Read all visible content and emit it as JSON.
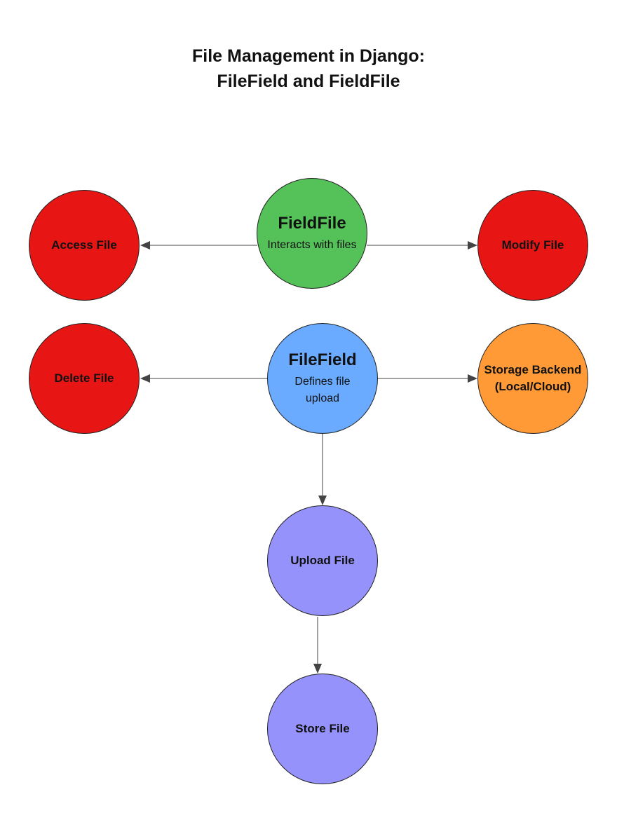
{
  "title": {
    "line1": "File Management in Django:",
    "line2": "FileField and FieldFile"
  },
  "colors": {
    "fieldfile": "#55c159",
    "filefield": "#6aabff",
    "action_red": "#e81515",
    "storage": "#ff9a36",
    "upload_store": "#9592fb",
    "edge": "#444444"
  },
  "nodes": {
    "fieldfile": {
      "heading": "FieldFile",
      "sub": "Interacts with files"
    },
    "filefield": {
      "heading": "FileField",
      "sub": "Defines file upload"
    },
    "access": {
      "label": "Access File"
    },
    "modify": {
      "label": "Modify File"
    },
    "delete": {
      "label": "Delete File"
    },
    "storage": {
      "label": "Storage Backend (Local/Cloud)"
    },
    "upload": {
      "label": "Upload File"
    },
    "store": {
      "label": "Store File"
    }
  },
  "edges": [
    {
      "from": "FieldFile",
      "to": "Access File"
    },
    {
      "from": "FieldFile",
      "to": "Modify File"
    },
    {
      "from": "FileField",
      "to": "Delete File"
    },
    {
      "from": "FileField",
      "to": "Storage Backend (Local/Cloud)"
    },
    {
      "from": "FileField",
      "to": "Upload File"
    },
    {
      "from": "Upload File",
      "to": "Store File"
    }
  ]
}
